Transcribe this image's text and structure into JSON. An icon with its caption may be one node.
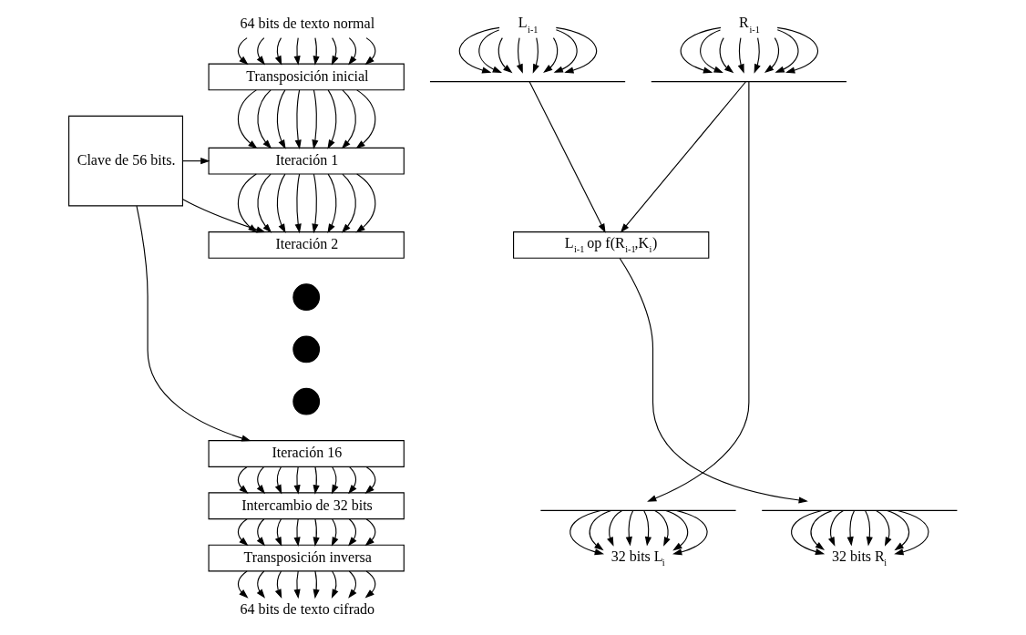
{
  "diagram": {
    "nodes": [
      {
        "text": [
          "64 bits de texto normal"
        ]
      },
      {
        "text": [
          "Transposición inicial"
        ]
      },
      {
        "text": [
          "Iteración 1"
        ]
      },
      {
        "text": [
          "Iteración 2"
        ]
      },
      {
        "text": [],
        "shape": "circle"
      },
      {
        "text": [],
        "shape": "circle"
      },
      {
        "text": [],
        "shape": "circle"
      },
      {
        "text": [
          "Iteración 16"
        ]
      },
      {
        "text": [
          "Intercambio de 32 bits"
        ]
      },
      {
        "text": [
          "Transposición inversa"
        ]
      },
      {
        "text": [
          "64 bits de texto cifrado"
        ]
      },
      {
        "text": [
          "Clave de 56 bits."
        ]
      },
      {
        "text": [
          "L$_{i-1}$"
        ]
      },
      {
        "text": [
          "R$_{i-1}$"
        ]
      },
      {
        "text": [],
        "shape": "bracket"
      },
      {
        "text": [],
        "shape": "bracket"
      },
      {
        "text": [
          "L$_{i-1}$ op f(R$_{i-1}$,K$_{i}$)"
        ]
      },
      {
        "text": [],
        "shape": "bracket"
      },
      {
        "text": [],
        "shape": "bracket"
      },
      {
        "text": [
          "32 bits L$_{i}$"
        ]
      },
      {
        "text": [
          "32 bits R$_{i}$"
        ]
      }
    ],
    "edges": [
      {
        "from": 0,
        "to": 1,
        "arrow": "to"
      },
      {
        "from": 0,
        "to": 1,
        "arrow": "to"
      },
      {
        "from": 0,
        "to": 1,
        "arrow": "to"
      },
      {
        "from": 0,
        "to": 1,
        "arrow": "to"
      },
      {
        "from": 0,
        "to": 1,
        "arrow": "to"
      },
      {
        "from": 0,
        "to": 1,
        "arrow": "to"
      },
      {
        "from": 0,
        "to": 1,
        "arrow": "to"
      },
      {
        "from": 0,
        "to": 1,
        "arrow": "to"
      },
      {
        "from": 1,
        "to": 2,
        "arrow": "to"
      },
      {
        "from": 1,
        "to": 2,
        "arrow": "to"
      },
      {
        "from": 1,
        "to": 2,
        "arrow": "to"
      },
      {
        "from": 1,
        "to": 2,
        "arrow": "to"
      },
      {
        "from": 1,
        "to": 2,
        "arrow": "to"
      },
      {
        "from": 1,
        "to": 2,
        "arrow": "to"
      },
      {
        "from": 1,
        "to": 2,
        "arrow": "to"
      },
      {
        "from": 1,
        "to": 2,
        "arrow": "to"
      },
      {
        "from": 2,
        "to": 3,
        "arrow": "to"
      },
      {
        "from": 2,
        "to": 3,
        "arrow": "to"
      },
      {
        "from": 2,
        "to": 3,
        "arrow": "to"
      },
      {
        "from": 2,
        "to": 3,
        "arrow": "to"
      },
      {
        "from": 2,
        "to": 3,
        "arrow": "to"
      },
      {
        "from": 2,
        "to": 3,
        "arrow": "to"
      },
      {
        "from": 2,
        "to": 3,
        "arrow": "to"
      },
      {
        "from": 2,
        "to": 3,
        "arrow": "to"
      },
      {
        "from": 7,
        "to": 8,
        "arrow": "to"
      },
      {
        "from": 7,
        "to": 8,
        "arrow": "to"
      },
      {
        "from": 7,
        "to": 8,
        "arrow": "to"
      },
      {
        "from": 7,
        "to": 8,
        "arrow": "to"
      },
      {
        "from": 7,
        "to": 8,
        "arrow": "to"
      },
      {
        "from": 7,
        "to": 8,
        "arrow": "to"
      },
      {
        "from": 7,
        "to": 8,
        "arrow": "to"
      },
      {
        "from": 7,
        "to": 8,
        "arrow": "to"
      },
      {
        "from": 8,
        "to": 9,
        "arrow": "to"
      },
      {
        "from": 8,
        "to": 9,
        "arrow": "to"
      },
      {
        "from": 8,
        "to": 9,
        "arrow": "to"
      },
      {
        "from": 8,
        "to": 9,
        "arrow": "to"
      },
      {
        "from": 8,
        "to": 9,
        "arrow": "to"
      },
      {
        "from": 8,
        "to": 9,
        "arrow": "to"
      },
      {
        "from": 8,
        "to": 9,
        "arrow": "to"
      },
      {
        "from": 8,
        "to": 9,
        "arrow": "to"
      },
      {
        "from": 9,
        "to": 10,
        "arrow": "to"
      },
      {
        "from": 9,
        "to": 10,
        "arrow": "to"
      },
      {
        "from": 9,
        "to": 10,
        "arrow": "to"
      },
      {
        "from": 9,
        "to": 10,
        "arrow": "to"
      },
      {
        "from": 9,
        "to": 10,
        "arrow": "to"
      },
      {
        "from": 9,
        "to": 10,
        "arrow": "to"
      },
      {
        "from": 9,
        "to": 10,
        "arrow": "to"
      },
      {
        "from": 9,
        "to": 10,
        "arrow": "to"
      },
      {
        "from": 11,
        "to": 2,
        "arrow": "to"
      },
      {
        "from": 11,
        "to": 3,
        "arrow": "to"
      },
      {
        "from": 11,
        "to": 7,
        "arrow": "to"
      },
      {
        "from": 12,
        "to": 14,
        "arrow": "to"
      },
      {
        "from": 12,
        "to": 14,
        "arrow": "to"
      },
      {
        "from": 12,
        "to": 14,
        "arrow": "to"
      },
      {
        "from": 12,
        "to": 14,
        "arrow": "to"
      },
      {
        "from": 12,
        "to": 14,
        "arrow": "to"
      },
      {
        "from": 12,
        "to": 14,
        "arrow": "to"
      },
      {
        "from": 12,
        "to": 14,
        "arrow": "to"
      },
      {
        "from": 12,
        "to": 14,
        "arrow": "to"
      },
      {
        "from": 13,
        "to": 15,
        "arrow": "to"
      },
      {
        "from": 13,
        "to": 15,
        "arrow": "to"
      },
      {
        "from": 13,
        "to": 15,
        "arrow": "to"
      },
      {
        "from": 13,
        "to": 15,
        "arrow": "to"
      },
      {
        "from": 13,
        "to": 15,
        "arrow": "to"
      },
      {
        "from": 13,
        "to": 15,
        "arrow": "to"
      },
      {
        "from": 13,
        "to": 15,
        "arrow": "to"
      },
      {
        "from": 13,
        "to": 15,
        "arrow": "to"
      },
      {
        "from": 14,
        "to": 16,
        "arrow": "to"
      },
      {
        "from": 15,
        "to": 16,
        "arrow": "to"
      },
      {
        "from": 15,
        "to": 17,
        "arrow": "to"
      },
      {
        "from": 16,
        "to": 18,
        "arrow": "to"
      },
      {
        "from": 17,
        "to": 19,
        "arrow": "to"
      },
      {
        "from": 17,
        "to": 19,
        "arrow": "to"
      },
      {
        "from": 17,
        "to": 19,
        "arrow": "to"
      },
      {
        "from": 17,
        "to": 19,
        "arrow": "to"
      },
      {
        "from": 17,
        "to": 19,
        "arrow": "to"
      },
      {
        "from": 17,
        "to": 19,
        "arrow": "to"
      },
      {
        "from": 17,
        "to": 19,
        "arrow": "to"
      },
      {
        "from": 17,
        "to": 19,
        "arrow": "to"
      },
      {
        "from": 18,
        "to": 20,
        "arrow": "to"
      },
      {
        "from": 18,
        "to": 20,
        "arrow": "to"
      },
      {
        "from": 18,
        "to": 20,
        "arrow": "to"
      },
      {
        "from": 18,
        "to": 20,
        "arrow": "to"
      },
      {
        "from": 18,
        "to": 20,
        "arrow": "to"
      },
      {
        "from": 18,
        "to": 20,
        "arrow": "to"
      },
      {
        "from": 18,
        "to": 20,
        "arrow": "to"
      },
      {
        "from": 18,
        "to": 20,
        "arrow": "to"
      }
    ]
  }
}
